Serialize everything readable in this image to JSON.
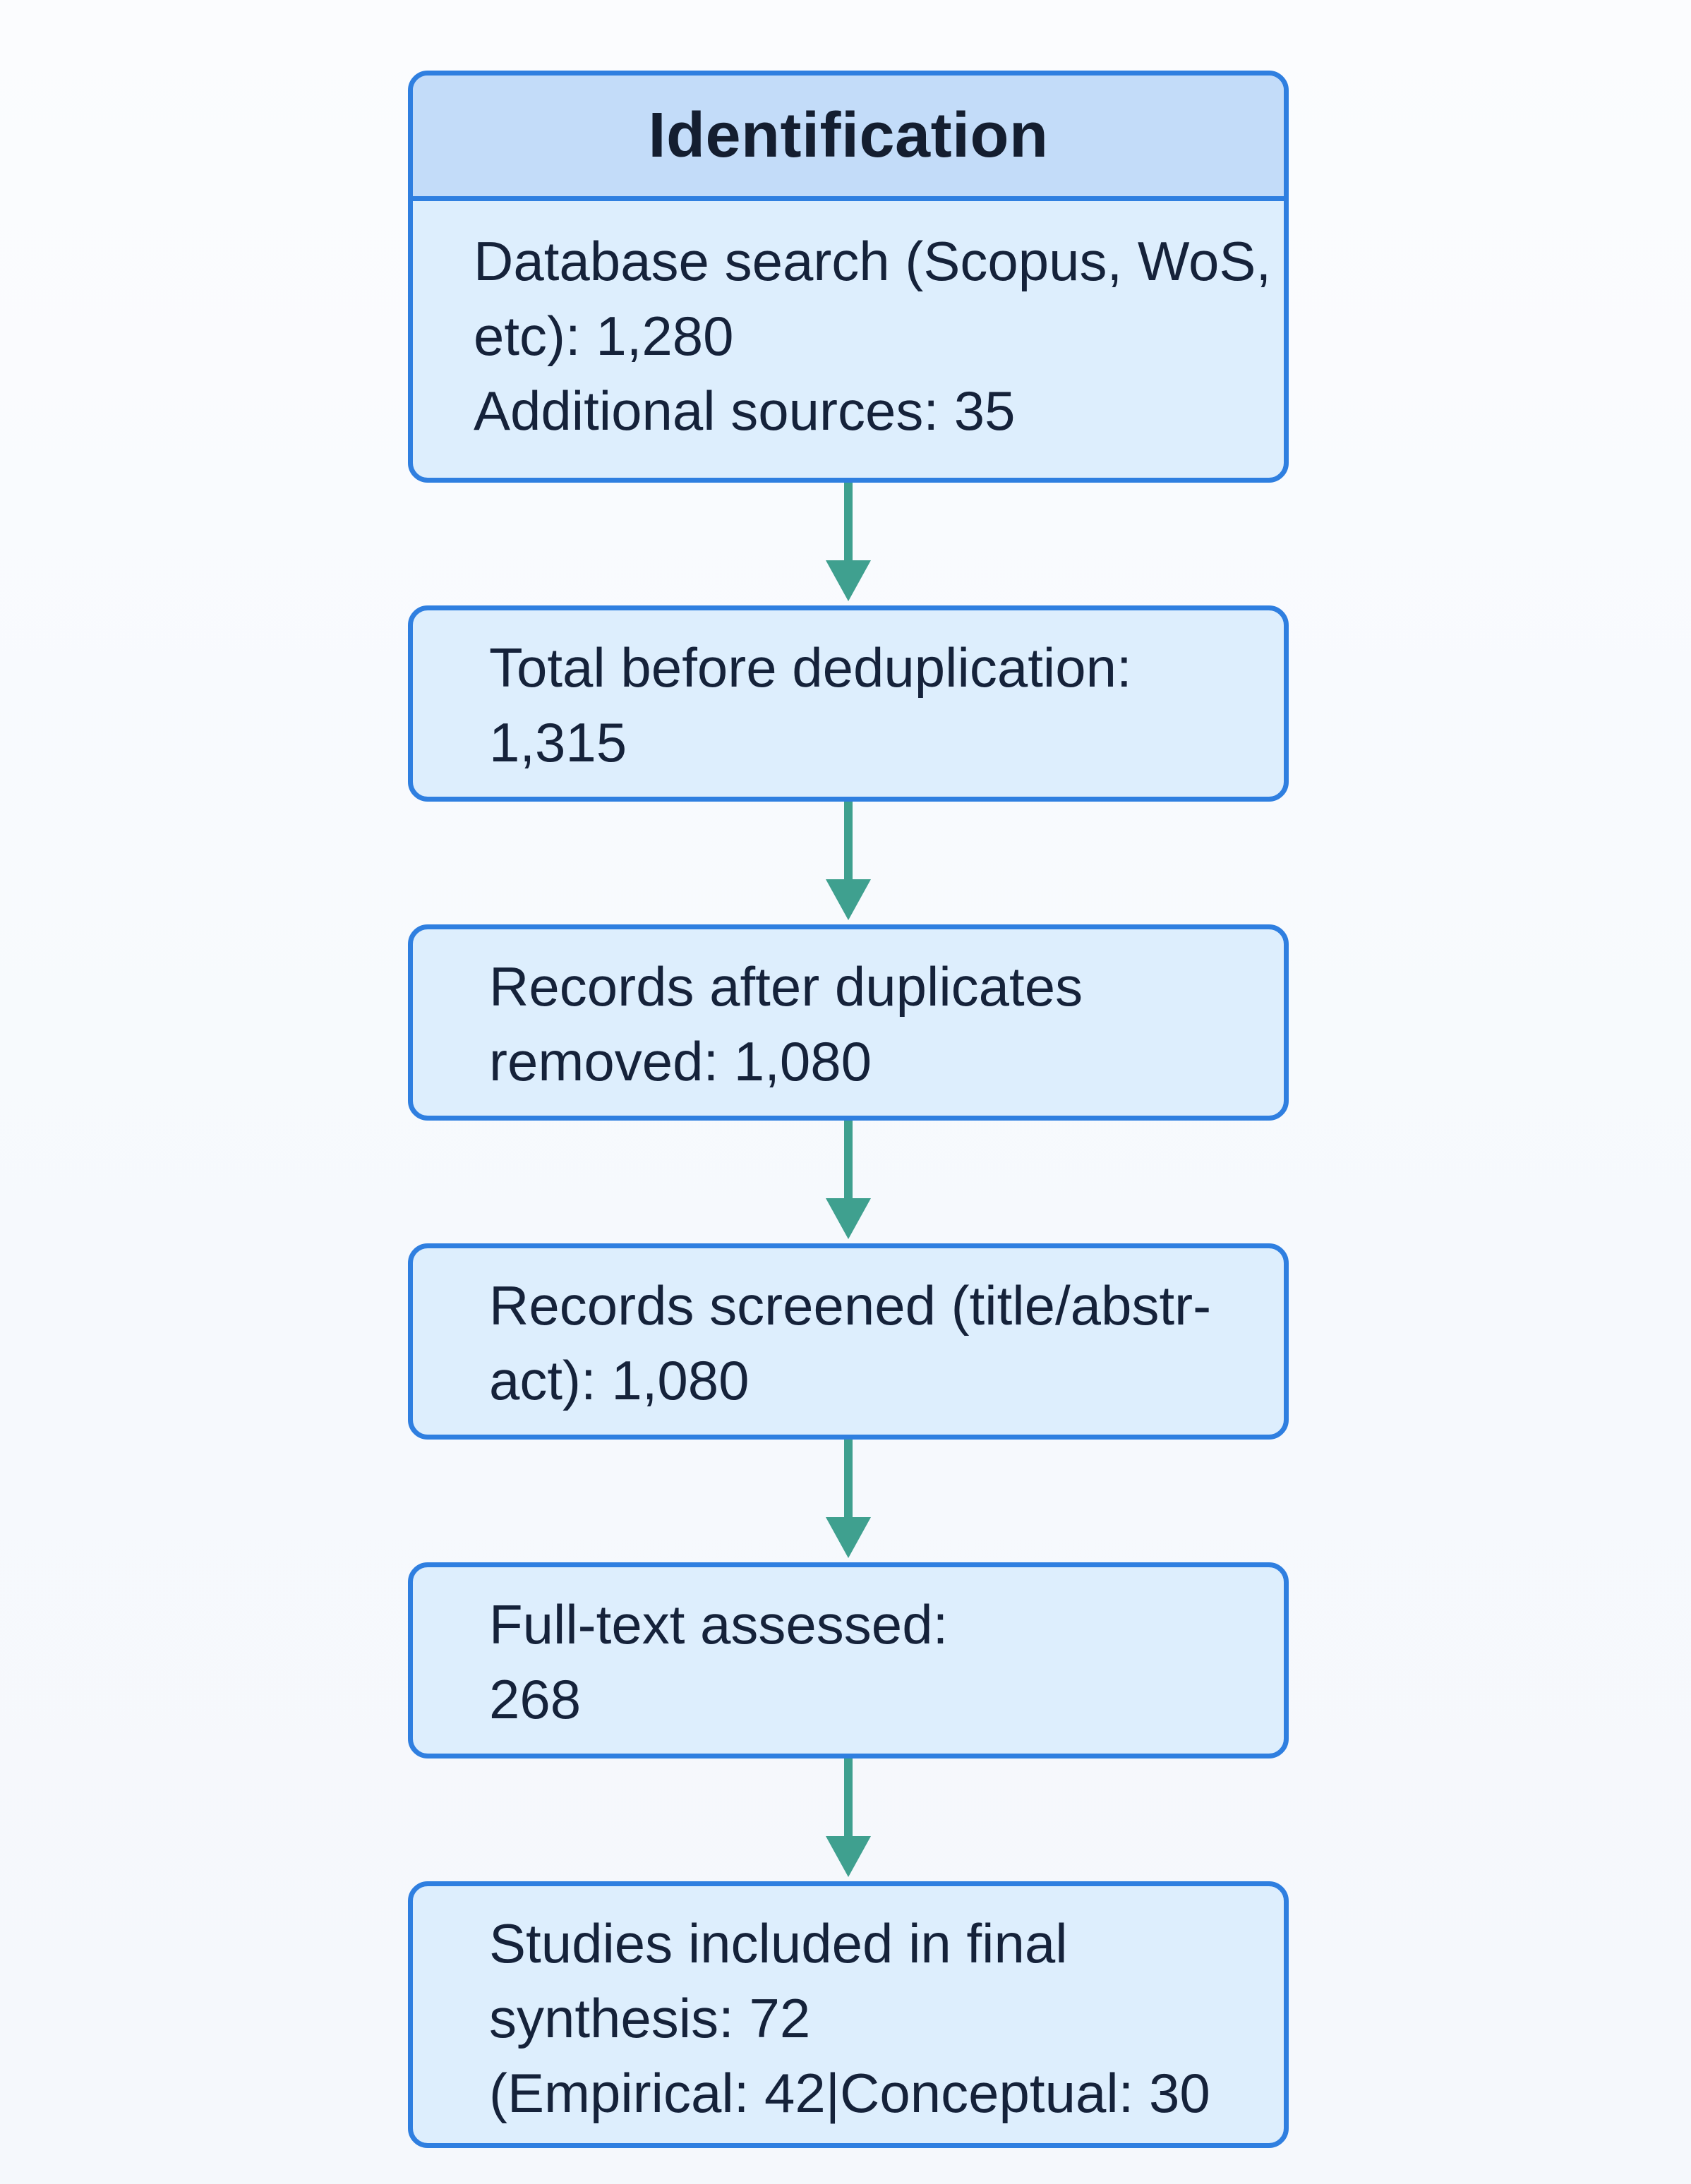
{
  "steps": [
    {
      "header": "Identification",
      "lines": [
        "Database search (Scopus, WoS,",
        "etc): 1,280",
        "Additional sources: 35"
      ]
    },
    {
      "lines": [
        "Total before deduplication:",
        "1,315"
      ]
    },
    {
      "lines": [
        "Records after duplicates",
        "removed: 1,080"
      ]
    },
    {
      "lines": [
        "Records screened (title/abstr-",
        "act): 1,080"
      ]
    },
    {
      "lines": [
        "Full-text assessed:",
        "268"
      ]
    },
    {
      "lines": [
        "Studies included in final",
        "synthesis: 72",
        "(Empirical: 42|Conceptual: 30"
      ]
    }
  ],
  "colors": {
    "box_border": "#2f7fe0",
    "box_fill": "#ddeefd",
    "header_fill": "#c3dcf9",
    "arrow": "#3fa08f"
  }
}
